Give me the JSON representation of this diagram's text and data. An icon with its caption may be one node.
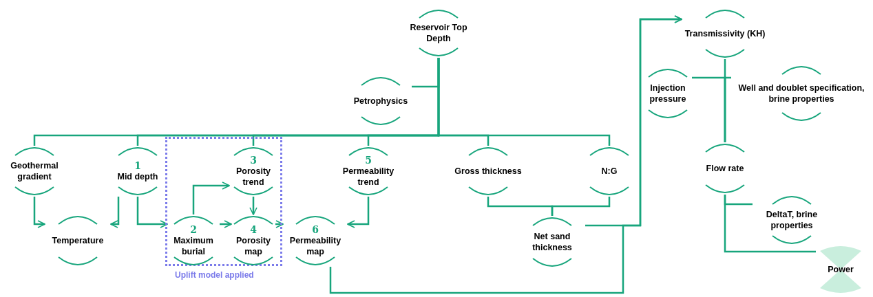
{
  "diagram": {
    "nodes": [
      {
        "text": [
          "Reservoir Top Depth"
        ]
      },
      {
        "text": [
          "Petrophysics"
        ]
      },
      {
        "text": [
          "Geothermal gradient"
        ]
      },
      {
        "text": [
          "1",
          "Mid depth"
        ]
      },
      {
        "text": [
          "Uplift model applied"
        ]
      },
      {
        "text": [
          "3",
          "Porosity trend"
        ],
        "in": 4
      },
      {
        "text": [
          "5",
          "Permeability trend"
        ]
      },
      {
        "text": [
          "Gross thickness"
        ]
      },
      {
        "text": [
          "N:G"
        ]
      },
      {
        "text": [
          "Temperature"
        ]
      },
      {
        "text": [
          "2",
          "Maximum burial"
        ],
        "in": 4
      },
      {
        "text": [
          "4",
          "Porosity map"
        ],
        "in": 4
      },
      {
        "text": [
          "6",
          "Permeability map"
        ]
      },
      {
        "text": [
          "Net sand thickness"
        ]
      },
      {
        "text": [
          "Transmissivity (KH)"
        ]
      },
      {
        "text": [
          "Injection pressure"
        ]
      },
      {
        "text": [
          "Well and doublet specification, brine properties"
        ]
      },
      {
        "text": [
          "Flow rate"
        ]
      },
      {
        "text": [
          "DeltaT, brine properties"
        ]
      },
      {
        "text": [
          "Power"
        ]
      }
    ],
    "edges": [
      {
        "from": 1,
        "to": 0,
        "arrow": "none"
      },
      {
        "from": 0,
        "to": 2,
        "arrow": "none"
      },
      {
        "from": 0,
        "to": 3,
        "arrow": "none"
      },
      {
        "from": 0,
        "to": 5,
        "arrow": "none"
      },
      {
        "from": 0,
        "to": 6,
        "arrow": "none"
      },
      {
        "from": 0,
        "to": 7,
        "arrow": "none"
      },
      {
        "from": 0,
        "to": 8,
        "arrow": "none"
      },
      {
        "from": 2,
        "to": 9,
        "arrow": "to"
      },
      {
        "from": 3,
        "to": 9,
        "arrow": "to"
      },
      {
        "from": 3,
        "to": 10,
        "arrow": "to"
      },
      {
        "from": 10,
        "to": 5,
        "arrow": "to"
      },
      {
        "from": 5,
        "to": 11,
        "arrow": "to"
      },
      {
        "from": 10,
        "to": 11,
        "arrow": "to"
      },
      {
        "from": 11,
        "to": 12,
        "arrow": "to"
      },
      {
        "from": 6,
        "to": 12,
        "arrow": "to"
      },
      {
        "from": 7,
        "to": 13,
        "arrow": "none"
      },
      {
        "from": 8,
        "to": 13,
        "arrow": "none"
      },
      {
        "from": 13,
        "to": 14,
        "arrow": "to"
      },
      {
        "from": 12,
        "to": 14,
        "arrow": "to"
      },
      {
        "from": 14,
        "to": 17,
        "arrow": "none"
      },
      {
        "from": 15,
        "to": 17,
        "arrow": "none"
      },
      {
        "from": 16,
        "to": 17,
        "arrow": "none"
      },
      {
        "from": 17,
        "to": 18,
        "arrow": "none"
      },
      {
        "from": 17,
        "to": 19,
        "arrow": "none"
      }
    ]
  }
}
